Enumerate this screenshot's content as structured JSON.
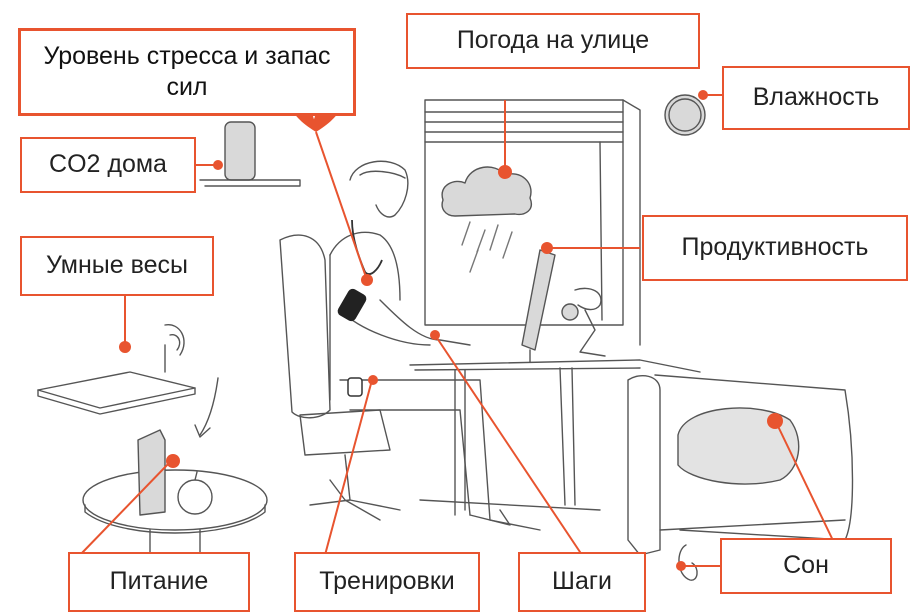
{
  "title_label": "Уровень стресса и запас сил",
  "labels": {
    "weather": "Погода на улице",
    "humidity": "Влажность",
    "co2": "CO2 дома",
    "scales": "Умные весы",
    "productivity": "Продуктивность",
    "nutrition": "Питание",
    "workouts": "Тренировки",
    "steps": "Шаги",
    "sleep": "Сон"
  },
  "colors": {
    "accent": "#e8542f",
    "sketch": "#444444",
    "fill": "#d9d9d9"
  }
}
